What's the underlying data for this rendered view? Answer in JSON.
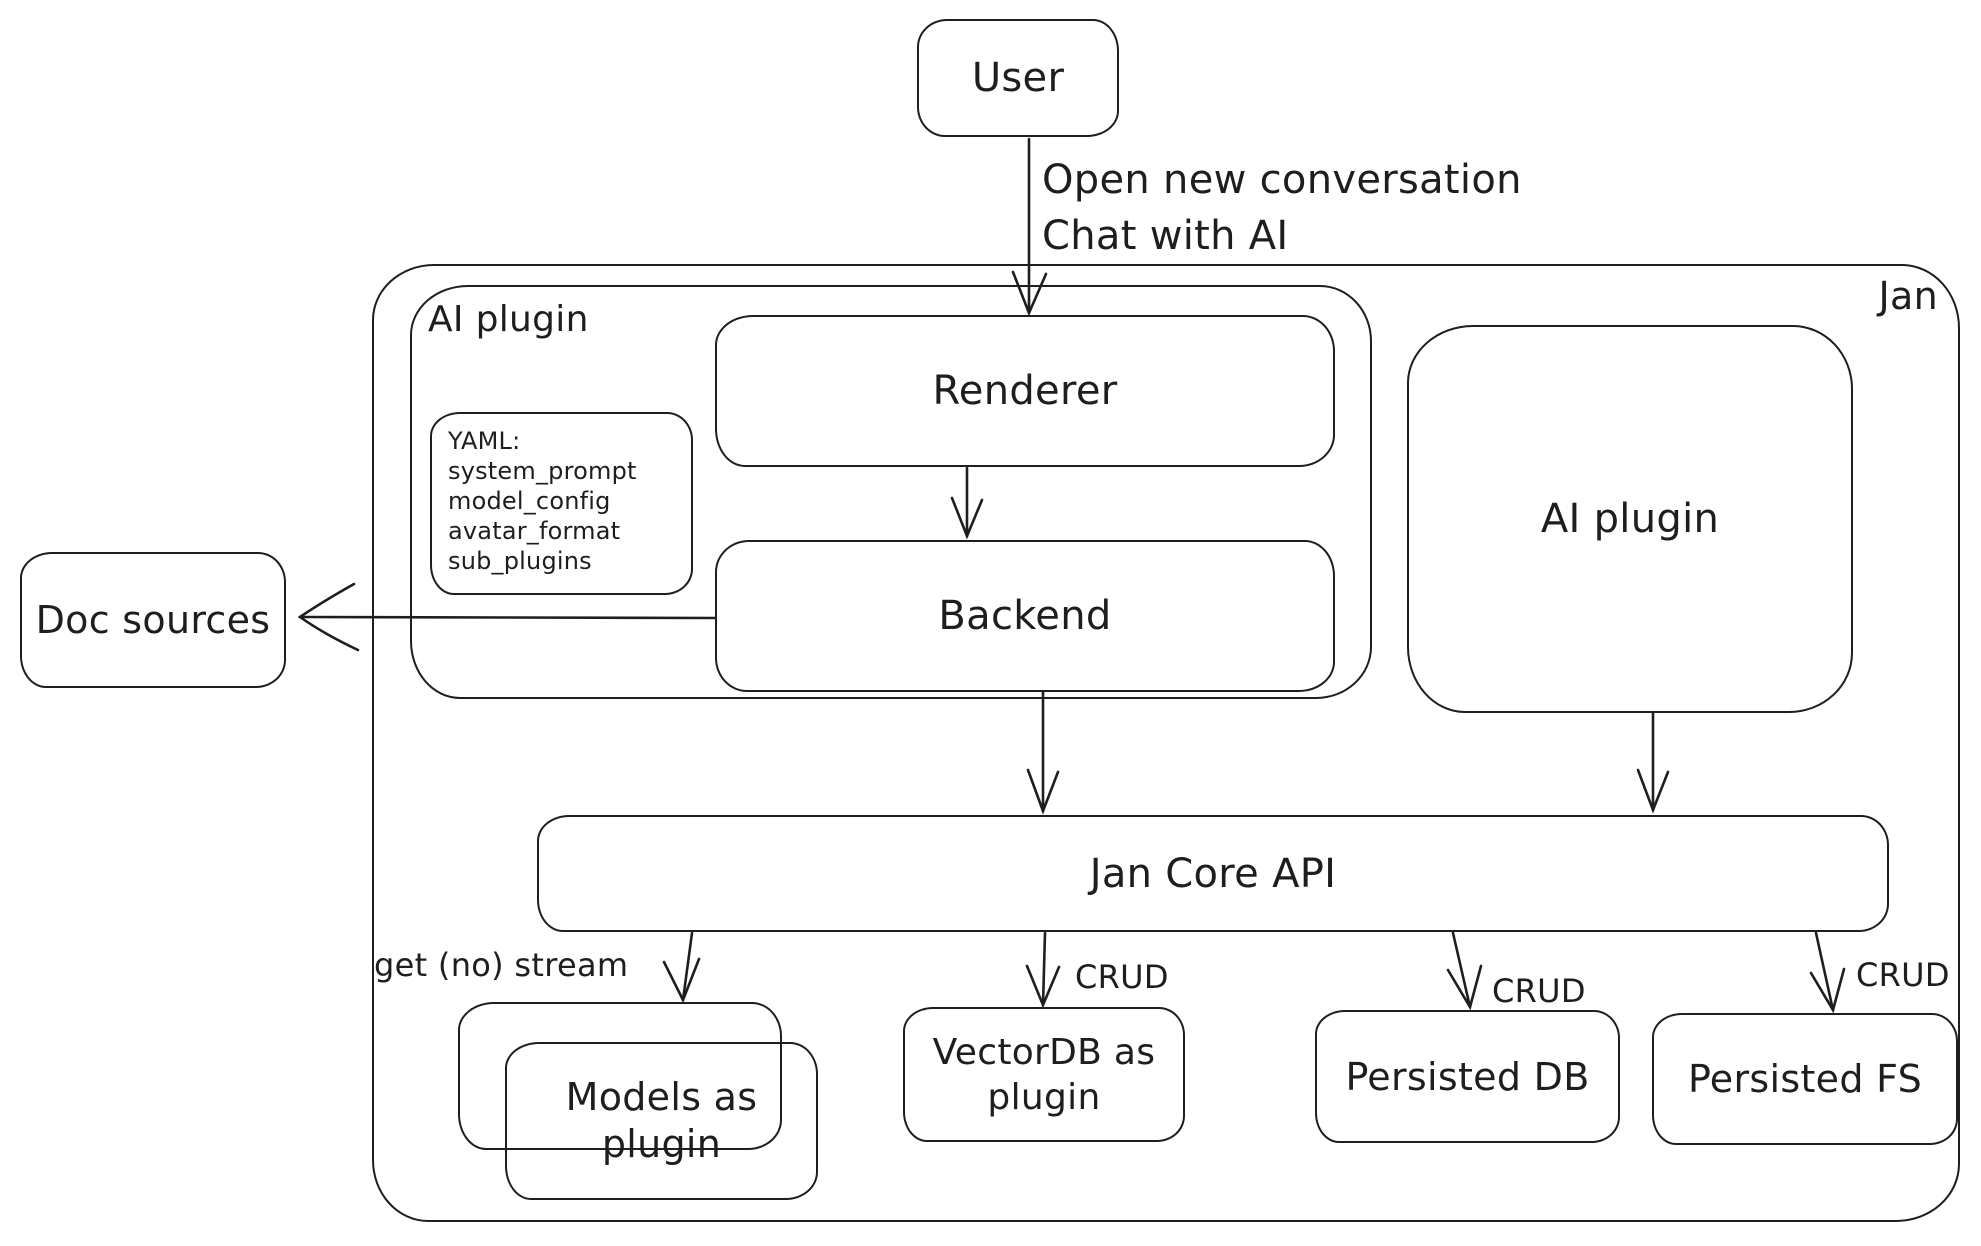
{
  "diagram": {
    "title_context": "Jan architecture sketch",
    "colors": {
      "stroke": "#1e1e1e",
      "background": "#ffffff"
    },
    "nodes": {
      "user": "User",
      "jan_container": "Jan",
      "ai_plugin_left": "AI plugin",
      "renderer": "Renderer",
      "backend": "Backend",
      "ai_plugin_right": "AI plugin",
      "doc_sources": "Doc sources",
      "jan_core_api": "Jan Core API",
      "models_as_plugin": "Models as plugin",
      "vectordb_as_plugin": "VectorDB as plugin",
      "persisted_db": "Persisted DB",
      "persisted_fs": "Persisted FS"
    },
    "yaml_note": {
      "title": "YAML:",
      "lines": [
        "system_prompt",
        "model_config",
        "avatar_format",
        "sub_plugins"
      ]
    },
    "edge_labels": {
      "user_to_renderer_line1": "Open new conversation",
      "user_to_renderer_line2": "Chat with AI",
      "core_to_models": "get (no) stream",
      "core_to_vectordb": "CRUD",
      "core_to_persisted_db": "CRUD",
      "core_to_persisted_fs": "CRUD"
    }
  }
}
